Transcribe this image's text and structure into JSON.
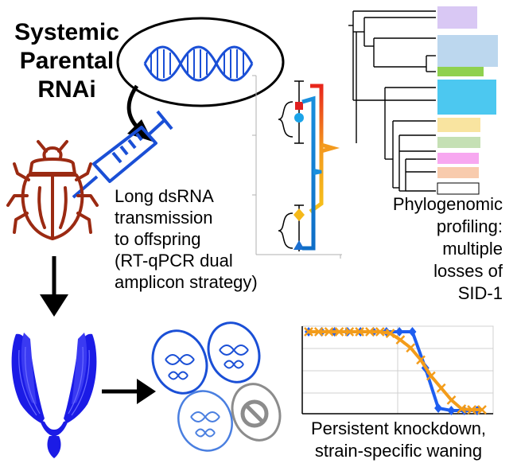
{
  "title": {
    "line1": "Systemic",
    "line2": "Parental",
    "line3": "RNAi"
  },
  "transmission": {
    "line1": "Long dsRNA",
    "line2": "transmission",
    "line3": "to offspring",
    "line4": "(RT-qPCR dual",
    "line5": "amplicon strategy)"
  },
  "phylo": {
    "line1": "Phylogenomic",
    "line2": "profiling:",
    "line3": "multiple",
    "line4": "losses of",
    "line5": "SID-1"
  },
  "knockdown": {
    "line1": "Persistent knockdown,",
    "line2": "strain-specific waning"
  },
  "phylo_tip_colors": [
    "#d9c8f4",
    "#bcd7ee",
    "#8fd14f",
    "#4cc8f0",
    "#f9e4a0",
    "#c5e0b4",
    "#f7a8f0",
    "#f8cbad",
    "#ffffff"
  ],
  "colors": {
    "dna_blue": "#1a4fd6",
    "beetle": "#9b2a12",
    "ovary": "#1b1be6",
    "series_a": "#1e5ef0",
    "series_b": "#f39c1a"
  },
  "chart_data": {
    "type": "line",
    "series": [
      {
        "values": [
          1,
          1,
          1,
          1,
          1,
          1,
          1,
          1,
          1,
          0.55,
          0.05,
          0.02,
          0.02,
          0.02
        ]
      },
      {
        "values": [
          1,
          1,
          1,
          1,
          1,
          1,
          1,
          1,
          0.98,
          0.9,
          0.8,
          0.65,
          0.45,
          0.3,
          0.15,
          0.04,
          0.03,
          0.03
        ]
      }
    ],
    "ylim": [
      0,
      1.05
    ],
    "grid": true
  }
}
